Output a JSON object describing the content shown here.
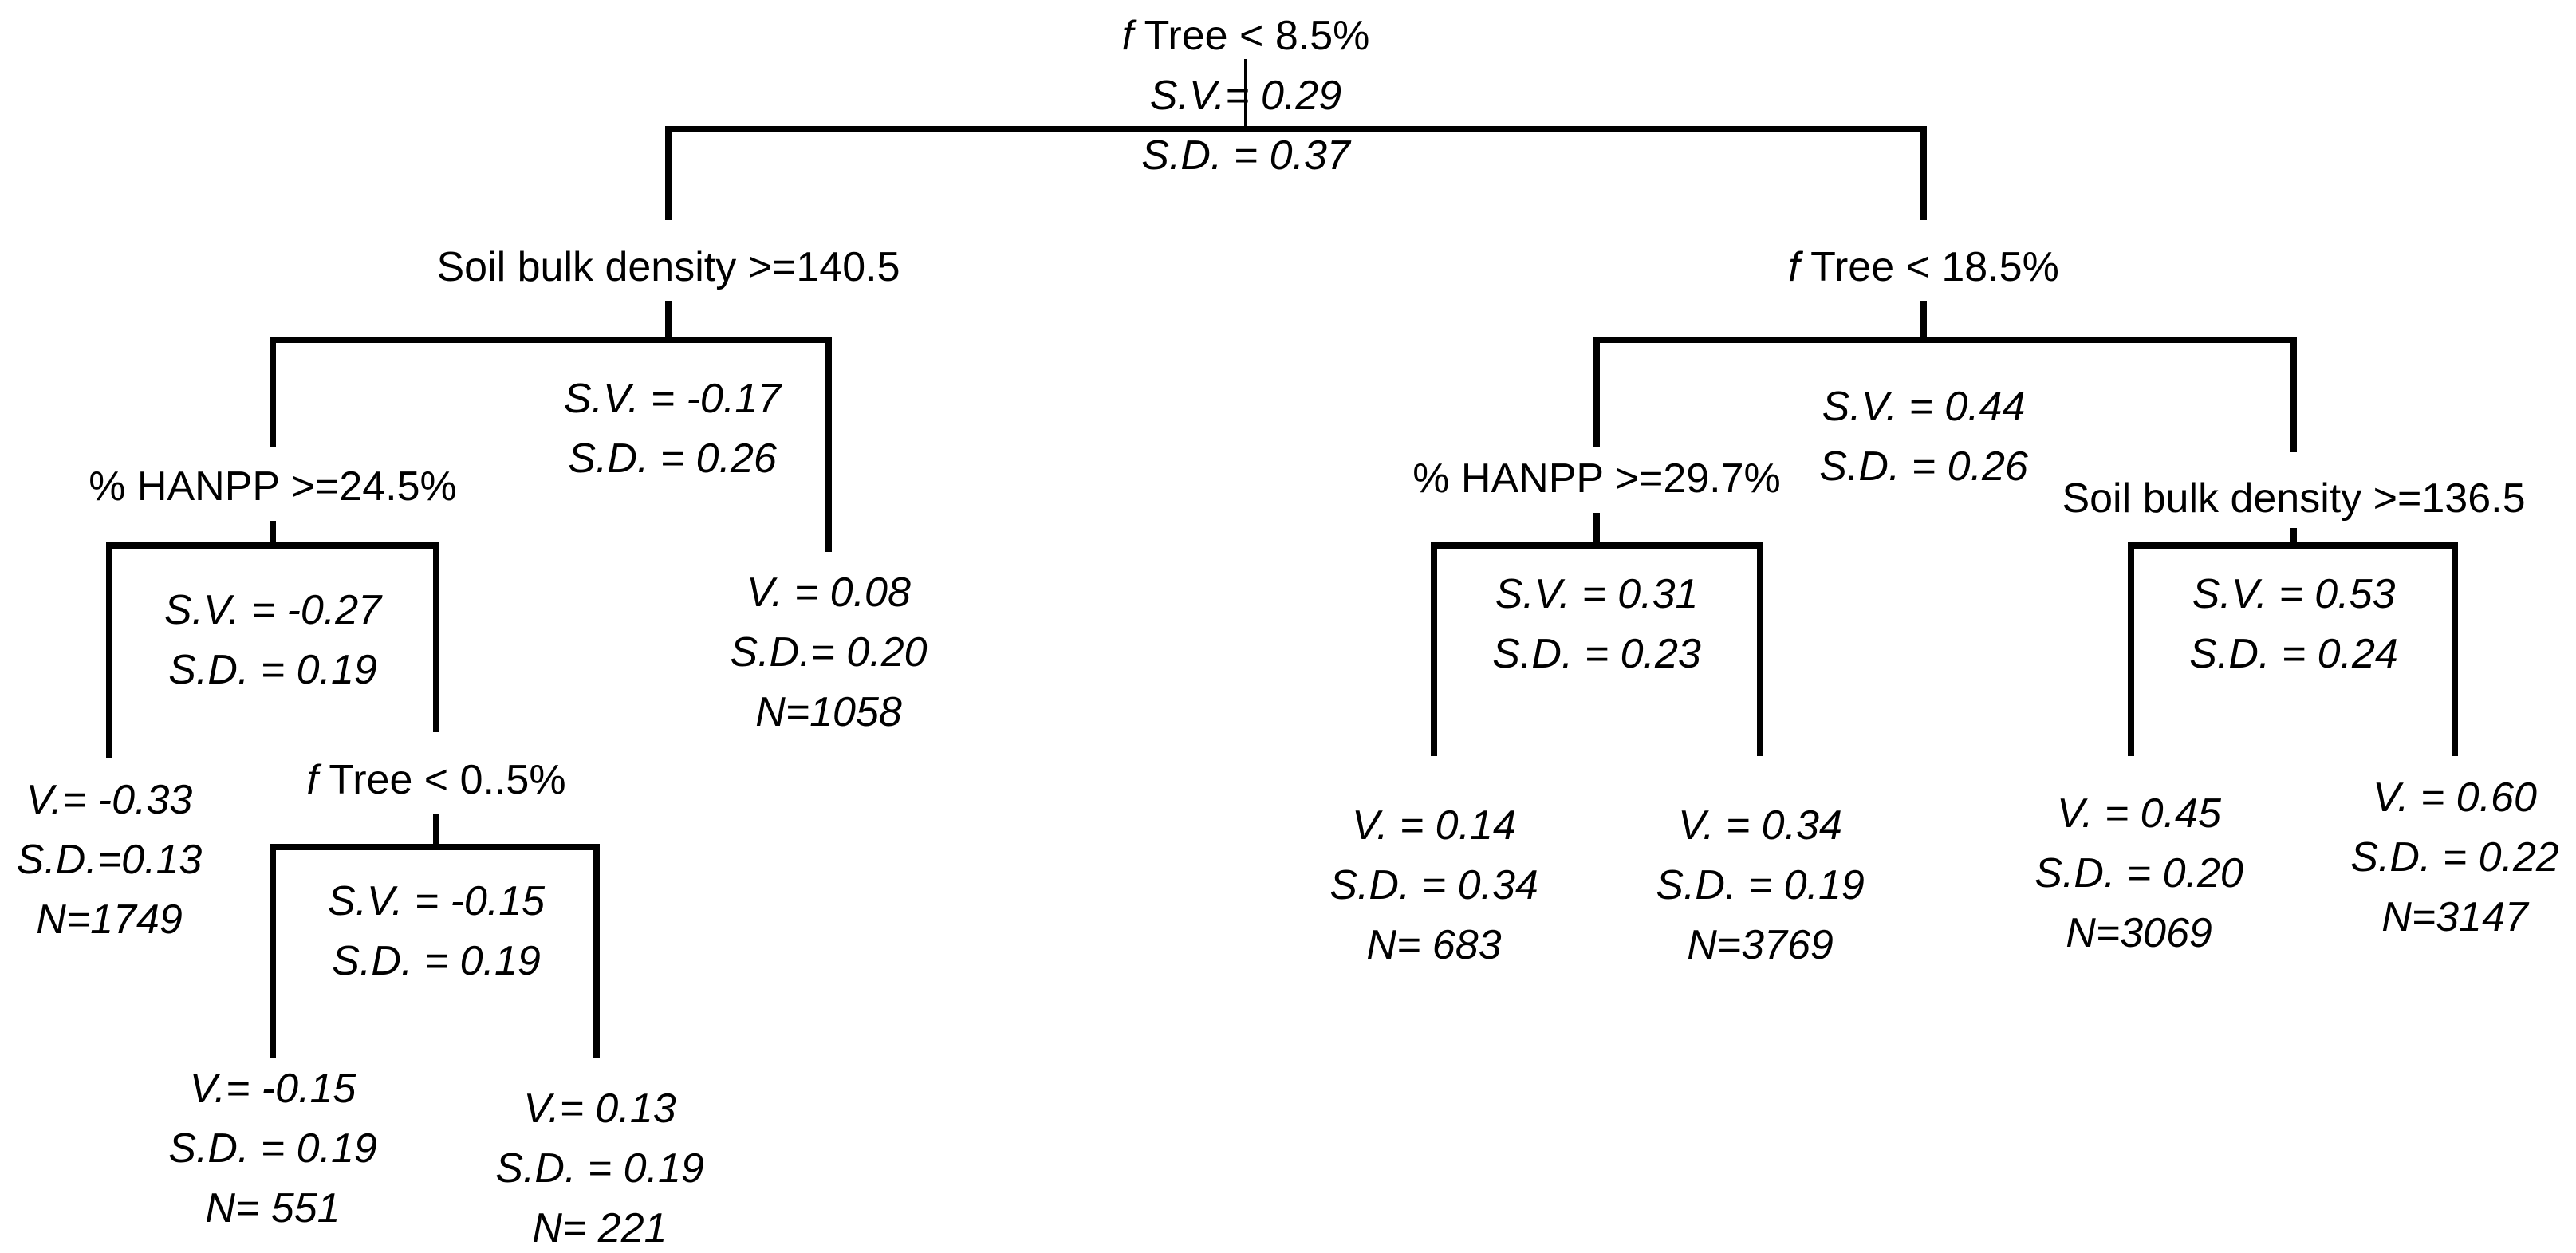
{
  "tree": {
    "root": {
      "split_prefix": "f",
      "split_text": " Tree < 8.5%",
      "stats": [
        "S.V.= 0.29",
        "S.D. =  0.37"
      ]
    },
    "left": {
      "split_text": "Soil bulk density >=140.5",
      "stats": [
        "S.V. = -0.17",
        "S.D. =  0.26"
      ]
    },
    "left_left": {
      "split_text": "% HANPP >=24.5%",
      "stats": [
        "S.V. = -0.27",
        "S.D. =  0.19"
      ]
    },
    "left_left_right": {
      "split_prefix": "f",
      "split_text": " Tree < 0..5%",
      "stats": [
        "S.V. = -0.15",
        "S.D. =  0.19"
      ]
    },
    "right": {
      "split_prefix": "f",
      "split_text": " Tree < 18.5%",
      "stats": [
        "S.V. = 0.44",
        "S.D. = 0.26"
      ]
    },
    "right_left": {
      "split_text": "% HANPP >=29.7%",
      "stats": [
        "S.V. = 0.31",
        "S.D. = 0.23"
      ]
    },
    "right_right": {
      "split_text": "Soil bulk density >=136.5",
      "stats": [
        "S.V. = 0.53",
        "S.D. = 0.24"
      ]
    },
    "leaves": {
      "ll_left": [
        "V.= -0.33",
        "S.D.=0.13",
        "N=1749"
      ],
      "llr_left": [
        "V.= -0.15",
        "S.D. =  0.19",
        "N= 551"
      ],
      "llr_right": [
        "V.= 0.13",
        "S.D. =  0.19",
        "N= 221"
      ],
      "l_right": [
        "V. = 0.08",
        "S.D.= 0.20",
        "N=1058"
      ],
      "rl_left": [
        "V. = 0.14",
        "S.D. = 0.34",
        "N= 683"
      ],
      "rl_right": [
        "V. = 0.34",
        "S.D. =  0.19",
        "N=3769"
      ],
      "rr_left": [
        "V. = 0.45",
        "S.D. = 0.20",
        "N=3069"
      ],
      "rr_right": [
        "V. = 0.60",
        "S.D. = 0.22",
        "N=3147"
      ]
    }
  }
}
